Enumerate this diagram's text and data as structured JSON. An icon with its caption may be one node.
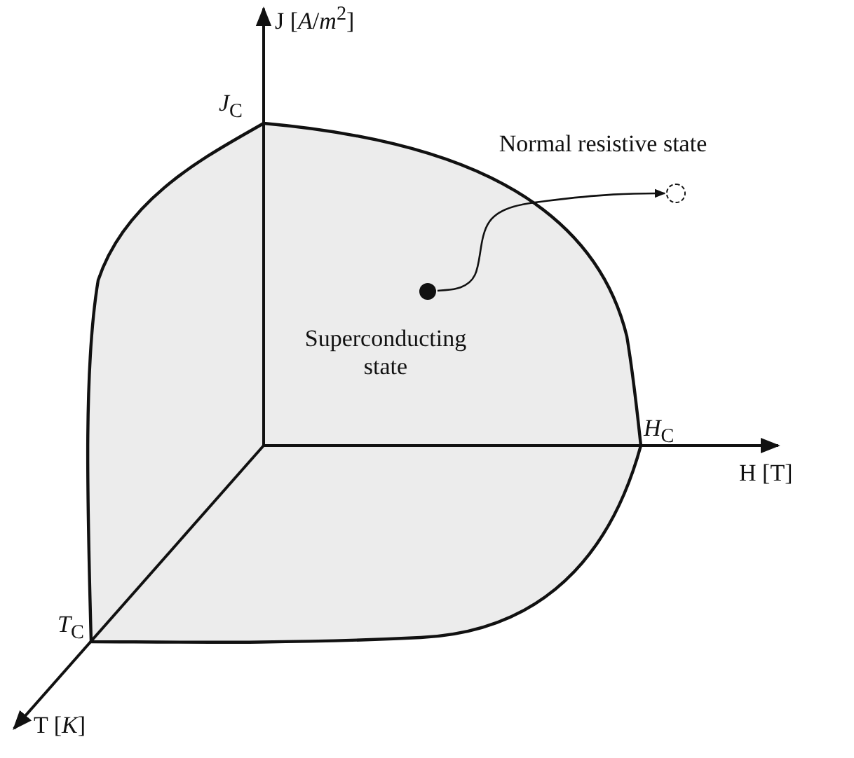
{
  "diagram": {
    "nodes": [
      {
        "text": [],
        "shape": "circle",
        "beside": [
          "Superconducting state"
        ]
      },
      {
        "text": [],
        "shape": "circle",
        "beside": [
          "Normal resistive state"
        ]
      }
    ],
    "edges": [
      {
        "from": 0,
        "to": 1,
        "arrow": "to"
      }
    ],
    "labels": [
      "J [*A*/*m*$^{2}$]",
      "*J*$_{C}$",
      "*H*$_{C}$",
      "H [T]",
      "*T*$_{C}$",
      "T [*K*]"
    ]
  }
}
